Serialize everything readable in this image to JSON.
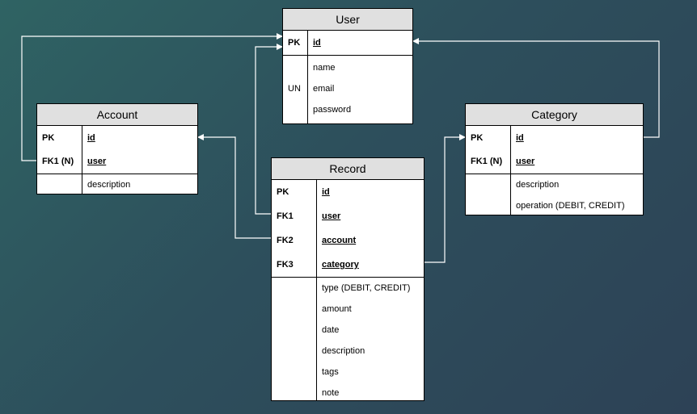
{
  "entities": {
    "user": {
      "title": "User",
      "pk_rows": [
        {
          "key": "PK",
          "field": "id"
        }
      ],
      "attr_rows": [
        {
          "key": "",
          "field": "name"
        },
        {
          "key": "UN",
          "field": "email"
        },
        {
          "key": "",
          "field": "password"
        }
      ]
    },
    "account": {
      "title": "Account",
      "pk_rows": [
        {
          "key": "PK",
          "field": "id"
        },
        {
          "key": "FK1 (N)",
          "field": "user"
        }
      ],
      "attr_rows": [
        {
          "key": "",
          "field": "description"
        }
      ]
    },
    "category": {
      "title": "Category",
      "pk_rows": [
        {
          "key": "PK",
          "field": "id"
        },
        {
          "key": "FK1 (N)",
          "field": "user"
        }
      ],
      "attr_rows": [
        {
          "key": "",
          "field": "description"
        },
        {
          "key": "",
          "field": "operation (DEBIT, CREDIT)"
        }
      ]
    },
    "record": {
      "title": "Record",
      "pk_rows": [
        {
          "key": "PK",
          "field": "id"
        },
        {
          "key": "FK1",
          "field": "user"
        },
        {
          "key": "FK2",
          "field": "account"
        },
        {
          "key": "FK3",
          "field": "category"
        }
      ],
      "attr_rows": [
        {
          "key": "",
          "field": "type (DEBIT, CREDIT)"
        },
        {
          "key": "",
          "field": "amount"
        },
        {
          "key": "",
          "field": "date"
        },
        {
          "key": "",
          "field": "description"
        },
        {
          "key": "",
          "field": "tags"
        },
        {
          "key": "",
          "field": "note"
        }
      ]
    }
  },
  "colors": {
    "connector": "#ffffff",
    "header": "#e0e0e0",
    "border": "#000000"
  }
}
